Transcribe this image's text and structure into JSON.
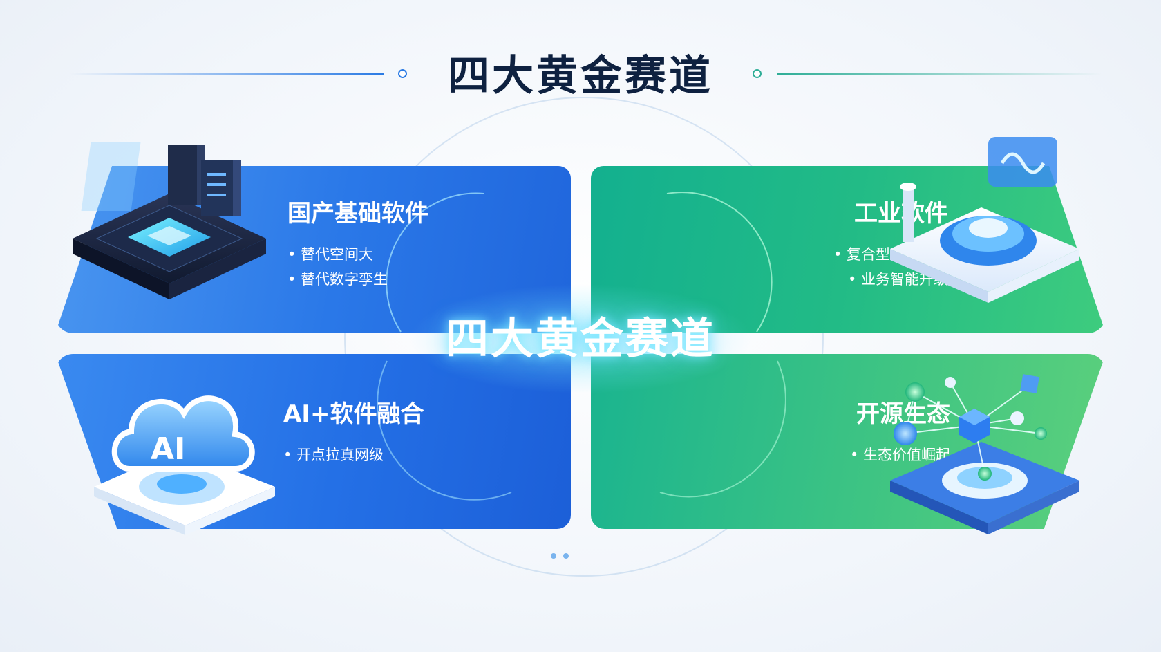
{
  "header": {
    "title": "四大黄金赛道"
  },
  "center": {
    "title": "四大黄金赛道"
  },
  "tracks": [
    {
      "title": "国产基础软件",
      "bullets": [
        "替代空间大",
        "替代数字孪生"
      ],
      "icon": "server-chip-icon"
    },
    {
      "title": "工业软件",
      "bullets": [
        "复合型人才稀缺",
        "业务智能升级"
      ],
      "icon": "industrial-platform-icon"
    },
    {
      "title": "AI+软件融合",
      "bullets": [
        "开点拉真网级"
      ],
      "icon": "ai-cloud-icon",
      "icon_text": "AI"
    },
    {
      "title": "开源生态",
      "bullets": [
        "生态价值崛起"
      ],
      "icon": "network-nodes-icon"
    }
  ],
  "colors": {
    "blue_accent": "#2b7be4",
    "green_accent": "#2fae97",
    "title_color": "#0e2140",
    "center_glow": "#82ebff"
  }
}
